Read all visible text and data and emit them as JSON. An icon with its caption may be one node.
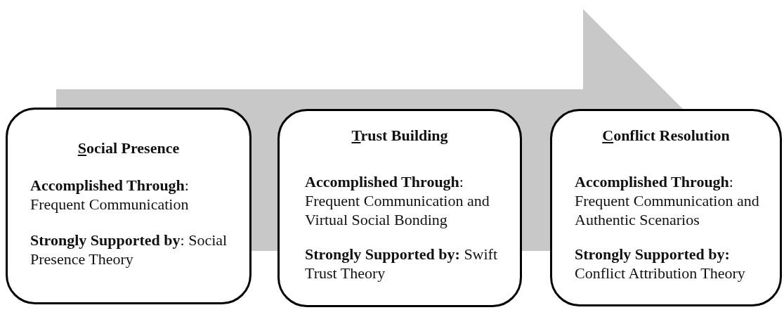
{
  "diagram": {
    "nodes": [
      {
        "text": [
          "Social Presence",
          "**Accomplished Through**: Frequent Communication",
          "**Strongly Supported by**: Social Presence Theory"
        ]
      },
      {
        "text": [
          "Trust Building",
          "**Accomplished Through**: Frequent Communication and Virtual Social Bonding",
          "**Strongly Supported by:** Swift Trust Theory"
        ]
      },
      {
        "text": [
          "Conflict Resolution",
          "**Accomplished Through**: Frequent Communication and Authentic Scenarios",
          "**Strongly Supported by:** Conflict Attribution Theory"
        ]
      }
    ]
  }
}
